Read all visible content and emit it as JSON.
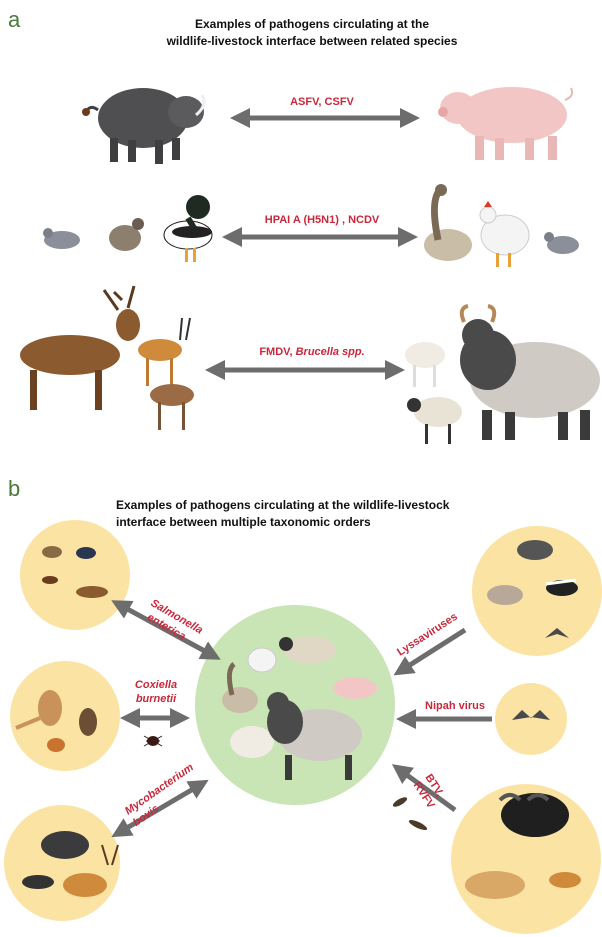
{
  "panel_a": {
    "letter": "a",
    "title_line1": "Examples of pathogens circulating at the",
    "title_line2": "wildlife-livestock interface between related species",
    "row1_label": "ASFV, CSFV",
    "row2_label": "HPAI A (H5N1) , NCDV",
    "row3_label_plain": "FMDV, ",
    "row3_label_italic": "Brucella spp."
  },
  "panel_b": {
    "letter": "b",
    "title_line1": "Examples of pathogens circulating at the wildlife-livestock",
    "title_line2": "interface between multiple taxonomic orders",
    "salmonella_1": "Salmonella",
    "salmonella_2": "enterica",
    "coxiella_1": "Coxiella",
    "coxiella_2": "burnetii",
    "mycobacterium_1": "Mycobacterium",
    "mycobacterium_2": "bovis",
    "lyssa": "Lyssaviruses",
    "nipah": "Nipah virus",
    "btv": "BTV,",
    "rvfv": "RVFV"
  },
  "colors": {
    "arrow": "#6d6d6d",
    "pathogen_text": "#c8283b",
    "wildlife_circle": "#fbe3a4",
    "livestock_circle": "#c9e4b5",
    "panel_letter": "#4a7a3c"
  }
}
